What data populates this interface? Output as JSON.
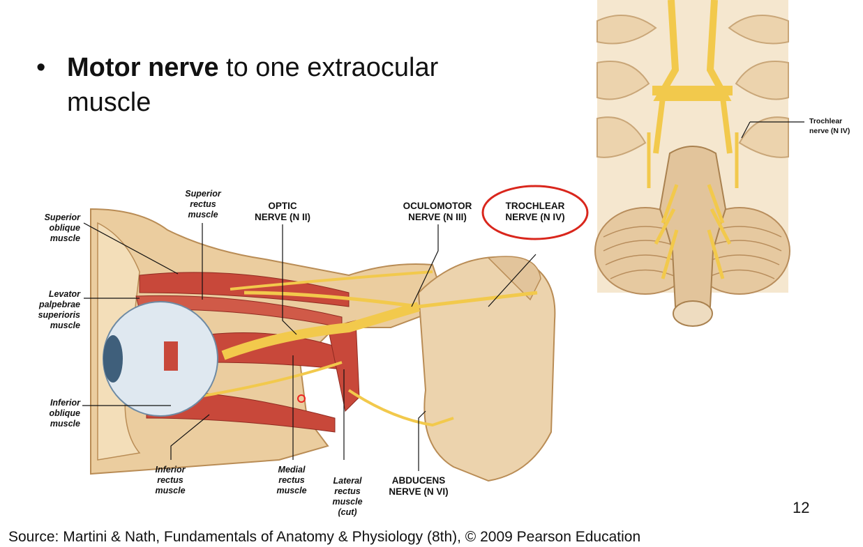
{
  "slide": {
    "bullet": {
      "bold": "Motor nerve",
      "rest": " to one extraocular muscle"
    },
    "page_number": "12",
    "source": "Source: Martini & Nath, Fundamentals of Anatomy & Physiology (8th), © 2009 Pearson Education"
  },
  "eye_labels": {
    "superior_oblique": [
      "Superior",
      "oblique",
      "muscle"
    ],
    "superior_rectus": [
      "Superior",
      "rectus",
      "muscle"
    ],
    "levator": [
      "Levator",
      "palpebrae",
      "superioris",
      "muscle"
    ],
    "inferior_oblique": [
      "Inferior",
      "oblique",
      "muscle"
    ],
    "inferior_rectus": [
      "Inferior",
      "rectus",
      "muscle"
    ],
    "medial_rectus": [
      "Medial",
      "rectus",
      "muscle"
    ],
    "lateral_rectus": [
      "Lateral",
      "rectus",
      "muscle",
      "(cut)"
    ],
    "optic": [
      "OPTIC",
      "NERVE (N II)"
    ],
    "oculomotor": [
      "OCULOMOTOR",
      "NERVE (N III)"
    ],
    "trochlear": [
      "TROCHLEAR",
      "NERVE (N IV)"
    ],
    "abducens": [
      "ABDUCENS",
      "NERVE (N VI)"
    ]
  },
  "brain_labels": {
    "trochlear": [
      "Trochlear",
      "nerve (N IV)"
    ]
  },
  "colors": {
    "highlight_circle": "#d9261c",
    "nerve": "#f2c94c",
    "muscle": "#c8483a",
    "bone": "#e8c79a"
  }
}
